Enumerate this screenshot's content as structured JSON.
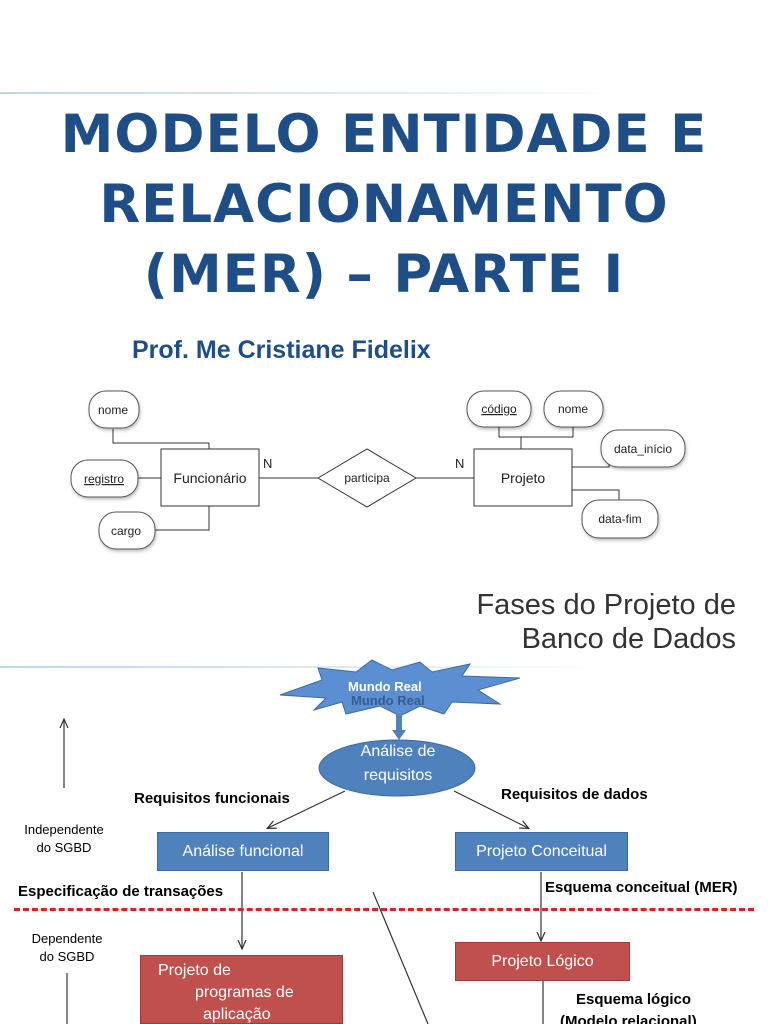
{
  "slide1": {
    "title_lines": [
      "MODELO ENTIDADE E",
      "RELACIONAMENTO",
      "(MER) – PARTE I"
    ],
    "author": "Prof. Me Cristiane Fidelix",
    "diagram": {
      "attr_nome": "nome",
      "attr_registro": "registro",
      "attr_cargo": "cargo",
      "entity_funcionario": "Funcionário",
      "card_left": "N",
      "relationship": "participa",
      "card_right": "N",
      "entity_projeto": "Projeto",
      "attr_codigo": "código",
      "attr_nome_projeto": "nome",
      "attr_data_inicio": "data_início",
      "attr_data_fim": "data-fim"
    }
  },
  "slide2": {
    "title_line1": "Fases do Projeto de",
    "title_line2": "Banco de Dados",
    "mundo_real": "Mundo Real",
    "mundo_real_shadow": "Mundo Real",
    "analise_requisitos_line1": "Análise de",
    "analise_requisitos_line2": "requisitos",
    "requisitos_funcionais": "Requisitos funcionais",
    "requisitos_dados": "Requisitos de dados",
    "independente_line1": "Independente",
    "independente_line2": "do SGBD",
    "analise_funcional": "Análise funcional",
    "projeto_conceitual": "Projeto Conceitual",
    "especificacao_transacoes": "Especificação de transações",
    "esquema_conceitual": "Esquema conceitual (MER)",
    "dependente_line1": "Dependente",
    "dependente_line2": "do SGBD",
    "projeto_programas_line1": "Projeto de",
    "projeto_programas_line2": "programas de",
    "projeto_programas_line3": "aplicação",
    "projeto_logico": "Projeto Lógico",
    "esquema_logico_line1": "Esquema lógico",
    "esquema_logico_line2": "(Modelo relacional)"
  },
  "colors": {
    "title_blue": "#1f4e87",
    "box_blue": "#4f81bd",
    "box_red": "#c0504d",
    "star_blue": "#5b8fd1",
    "dash_red": "#e02020"
  }
}
